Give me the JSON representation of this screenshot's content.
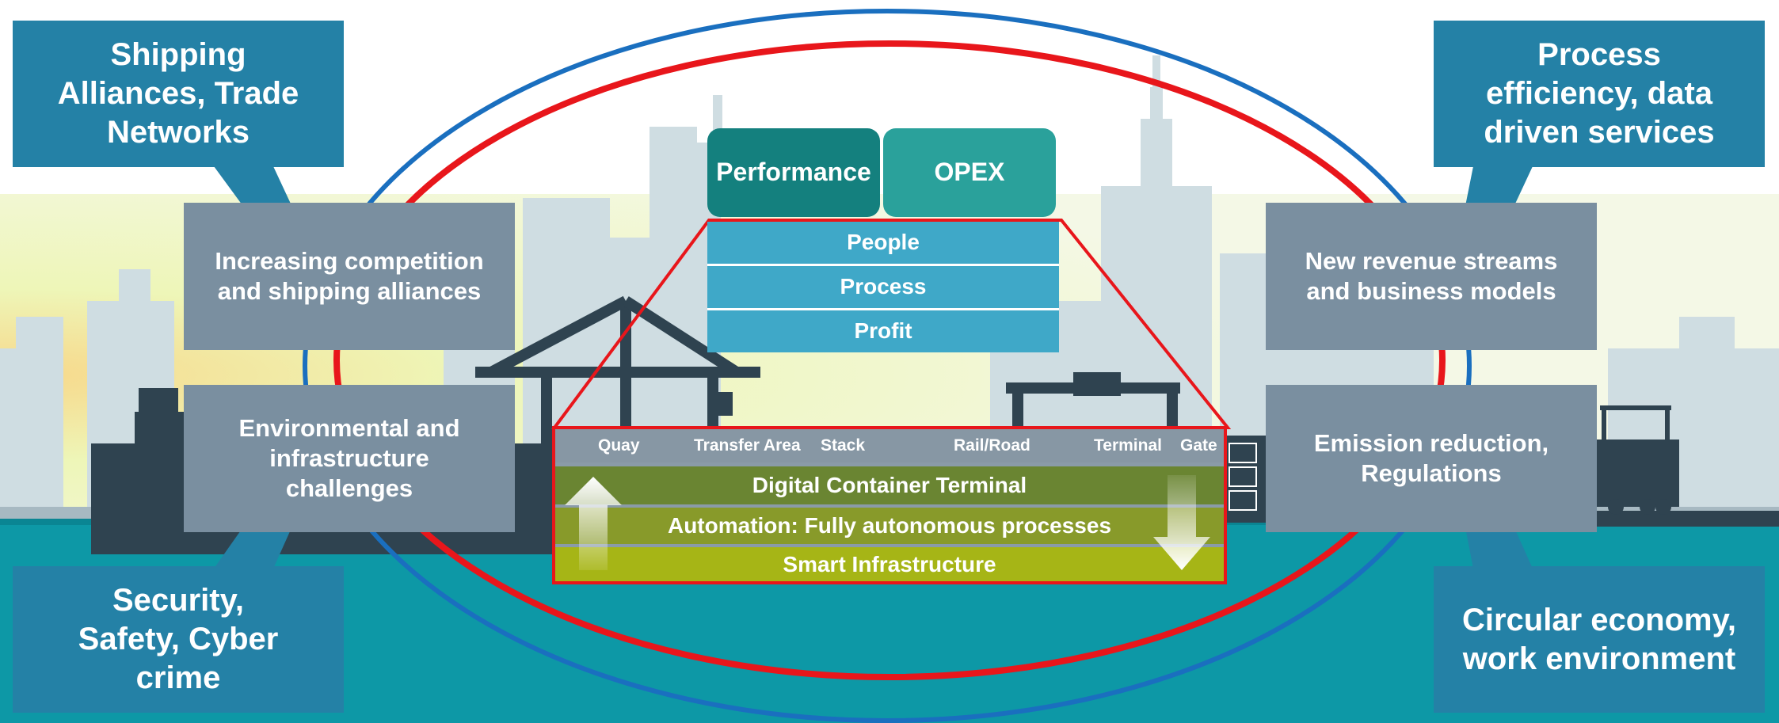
{
  "colors": {
    "sky": "#ffffff",
    "haze": "#eef6c2",
    "sea": "#0d98a6",
    "city": "#cfdde2",
    "dark_silhouette": "#2f4350",
    "outer_ring": "#1a6fbf",
    "inner_ring": "#e8161b",
    "corner_box": "#2481a6",
    "inner_box": "#7a8fa0",
    "performance": "#14807e",
    "opex": "#2aa19b",
    "ppp": "#3fa8c8",
    "layer_dct": "#6a8532",
    "layer_auto": "#889a2a",
    "layer_smart": "#a6b516"
  },
  "corners": {
    "top_left": "Shipping Alliances, Trade Networks",
    "top_right": "Process efficiency, data driven services",
    "bottom_left": "Security, Safety, Cyber crime",
    "bottom_right": "Circular economy, work environment"
  },
  "drivers": {
    "upper_left": "Increasing competition and shipping alliances",
    "lower_left": "Environmental and infrastructure challenges",
    "upper_right": "New revenue streams and business models",
    "lower_right": "Emission reduction, Regulations"
  },
  "top_tabs": {
    "performance": "Performance",
    "opex": "OPEX"
  },
  "ppp": [
    "People",
    "Process",
    "Profit"
  ],
  "terminal": {
    "zones": [
      "Quay",
      "Transfer Area",
      "Stack",
      "Rail/Road",
      "Terminal",
      "Gate"
    ],
    "layers": [
      "Digital Container Terminal",
      "Automation: Fully autonomous processes",
      "Smart Infrastructure"
    ]
  },
  "icons": [
    "arrow-up-icon",
    "arrow-down-icon",
    "callout-arrow-icon",
    "crane-icon",
    "ship-icon",
    "truck-icon"
  ]
}
